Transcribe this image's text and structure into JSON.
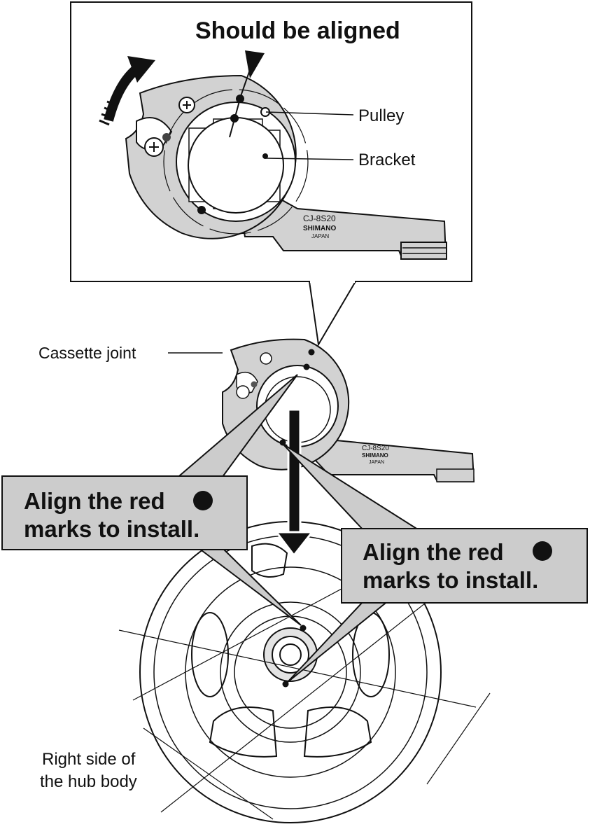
{
  "heading": "Should be aligned",
  "labels": {
    "pulley": "Pulley",
    "bracket": "Bracket",
    "cassette_joint": "Cassette joint",
    "hub_line1": "Right side of",
    "hub_line2": "the hub body"
  },
  "callouts": {
    "left_line1": "Align the red",
    "left_line2": "marks to install.",
    "right_line1": "Align the red",
    "right_line2": "marks to install."
  },
  "part_marking": {
    "model": "CJ-8S20",
    "brand": "SHIMANO",
    "origin": "JAPAN"
  },
  "colors": {
    "part_fill": "#d2d2d2",
    "callout_fill": "#cccccc",
    "mark_red": "#cc2222",
    "ink": "#111111"
  }
}
